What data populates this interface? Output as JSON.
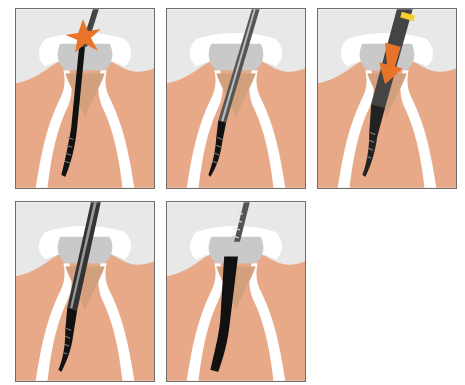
{
  "figure": {
    "colors": {
      "background": "#e8e8e8",
      "dentin": "#e8a989",
      "enamel": "#ffffff",
      "pulp": "#d3a07e",
      "crown_fill": "#c9c9c9",
      "obturator": "#111111",
      "carrier": "#7a7a7a",
      "flash": "#e8742a",
      "arrow": "#e8742a",
      "stopper": "#f2cf2e"
    },
    "panels": [
      {
        "step": 1,
        "icons": [
          "flash-icon",
          "obturator-in-canal"
        ]
      },
      {
        "step": 2,
        "icons": [
          "carrier-in-canal"
        ]
      },
      {
        "step": 3,
        "icons": [
          "down-arrow-icon",
          "handle-with-stopper"
        ]
      },
      {
        "step": 4,
        "icons": [
          "carrier-in-canal"
        ]
      },
      {
        "step": 5,
        "icons": [
          "filled-canal",
          "carrier-withdrawn"
        ]
      }
    ]
  }
}
